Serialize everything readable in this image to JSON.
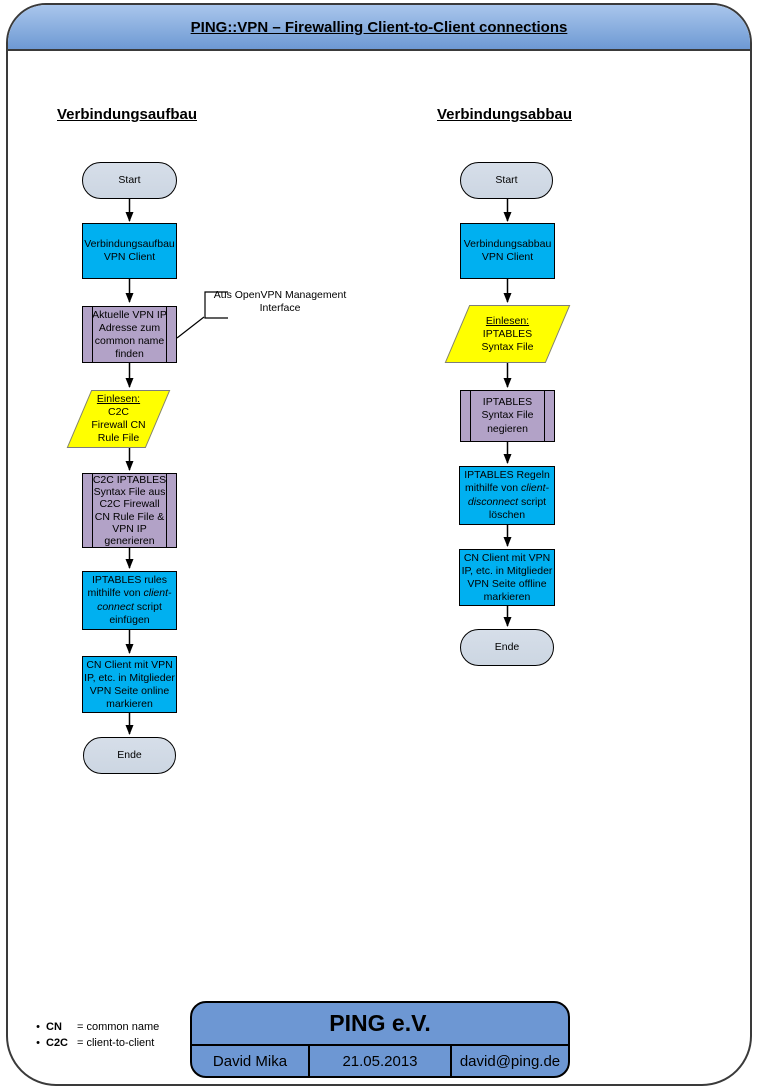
{
  "banner": {
    "title": "PING::VPN – Firewalling Client-to-Client connections"
  },
  "columns": {
    "left": {
      "heading": "Verbindungsaufbau",
      "annotation": "Aus OpenVPN Management\nInterface",
      "nodes": {
        "start": "Start",
        "connect_client": "Verbindungsaufbau\nVPN Client",
        "find_ip": "Aktuelle VPN IP\nAdresse zum\ncommon name\nfinden",
        "read_rule_file": {
          "title": "Einlesen:",
          "body": "C2C\nFirewall CN\nRule File"
        },
        "generate": "C2C IPTABLES\nSyntax File aus\nC2C Firewall\nCN Rule File &\nVPN IP\ngenerieren",
        "insert_rules": {
          "pre": "IPTABLES rules\nmithilfe von ",
          "italic": "client-\nconnect",
          "post": " script\neinfügen"
        },
        "mark_online": "CN Client mit VPN\nIP, etc. in Mitglieder\nVPN Seite online\nmarkieren",
        "end": "Ende"
      }
    },
    "right": {
      "heading": "Verbindungsabbau",
      "nodes": {
        "start": "Start",
        "disconnect_client": "Verbindungsabbau\nVPN Client",
        "read_syntax_file": {
          "title": "Einlesen:",
          "body": "IPTABLES\nSyntax File"
        },
        "negate": "IPTABLES\nSyntax File\nnegieren",
        "delete_rules": {
          "pre": "IPTABLES Regeln\nmithilfe von ",
          "italic": "client-\ndisconnect",
          "post": " script\nlöschen"
        },
        "mark_offline": "CN Client mit VPN\nIP, etc. in Mitglieder\nVPN Seite offline\nmarkieren",
        "end": "Ende"
      }
    }
  },
  "legend": {
    "items": [
      {
        "term": "CN",
        "definition": "= common name"
      },
      {
        "term": "C2C",
        "definition": "= client-to-client"
      }
    ]
  },
  "title_block": {
    "organization": "PING e.V.",
    "author": "David Mika",
    "date": "21.05.2013",
    "email": "david@ping.de"
  },
  "colors": {
    "process": "#00b0f0",
    "predefined": "#b2a2c7",
    "io": "#ffff00",
    "terminator": "#ccd6e2",
    "banner_top": "#a9c6ec",
    "banner_bottom": "#6e99d3",
    "title_block": "#6d97d3"
  }
}
